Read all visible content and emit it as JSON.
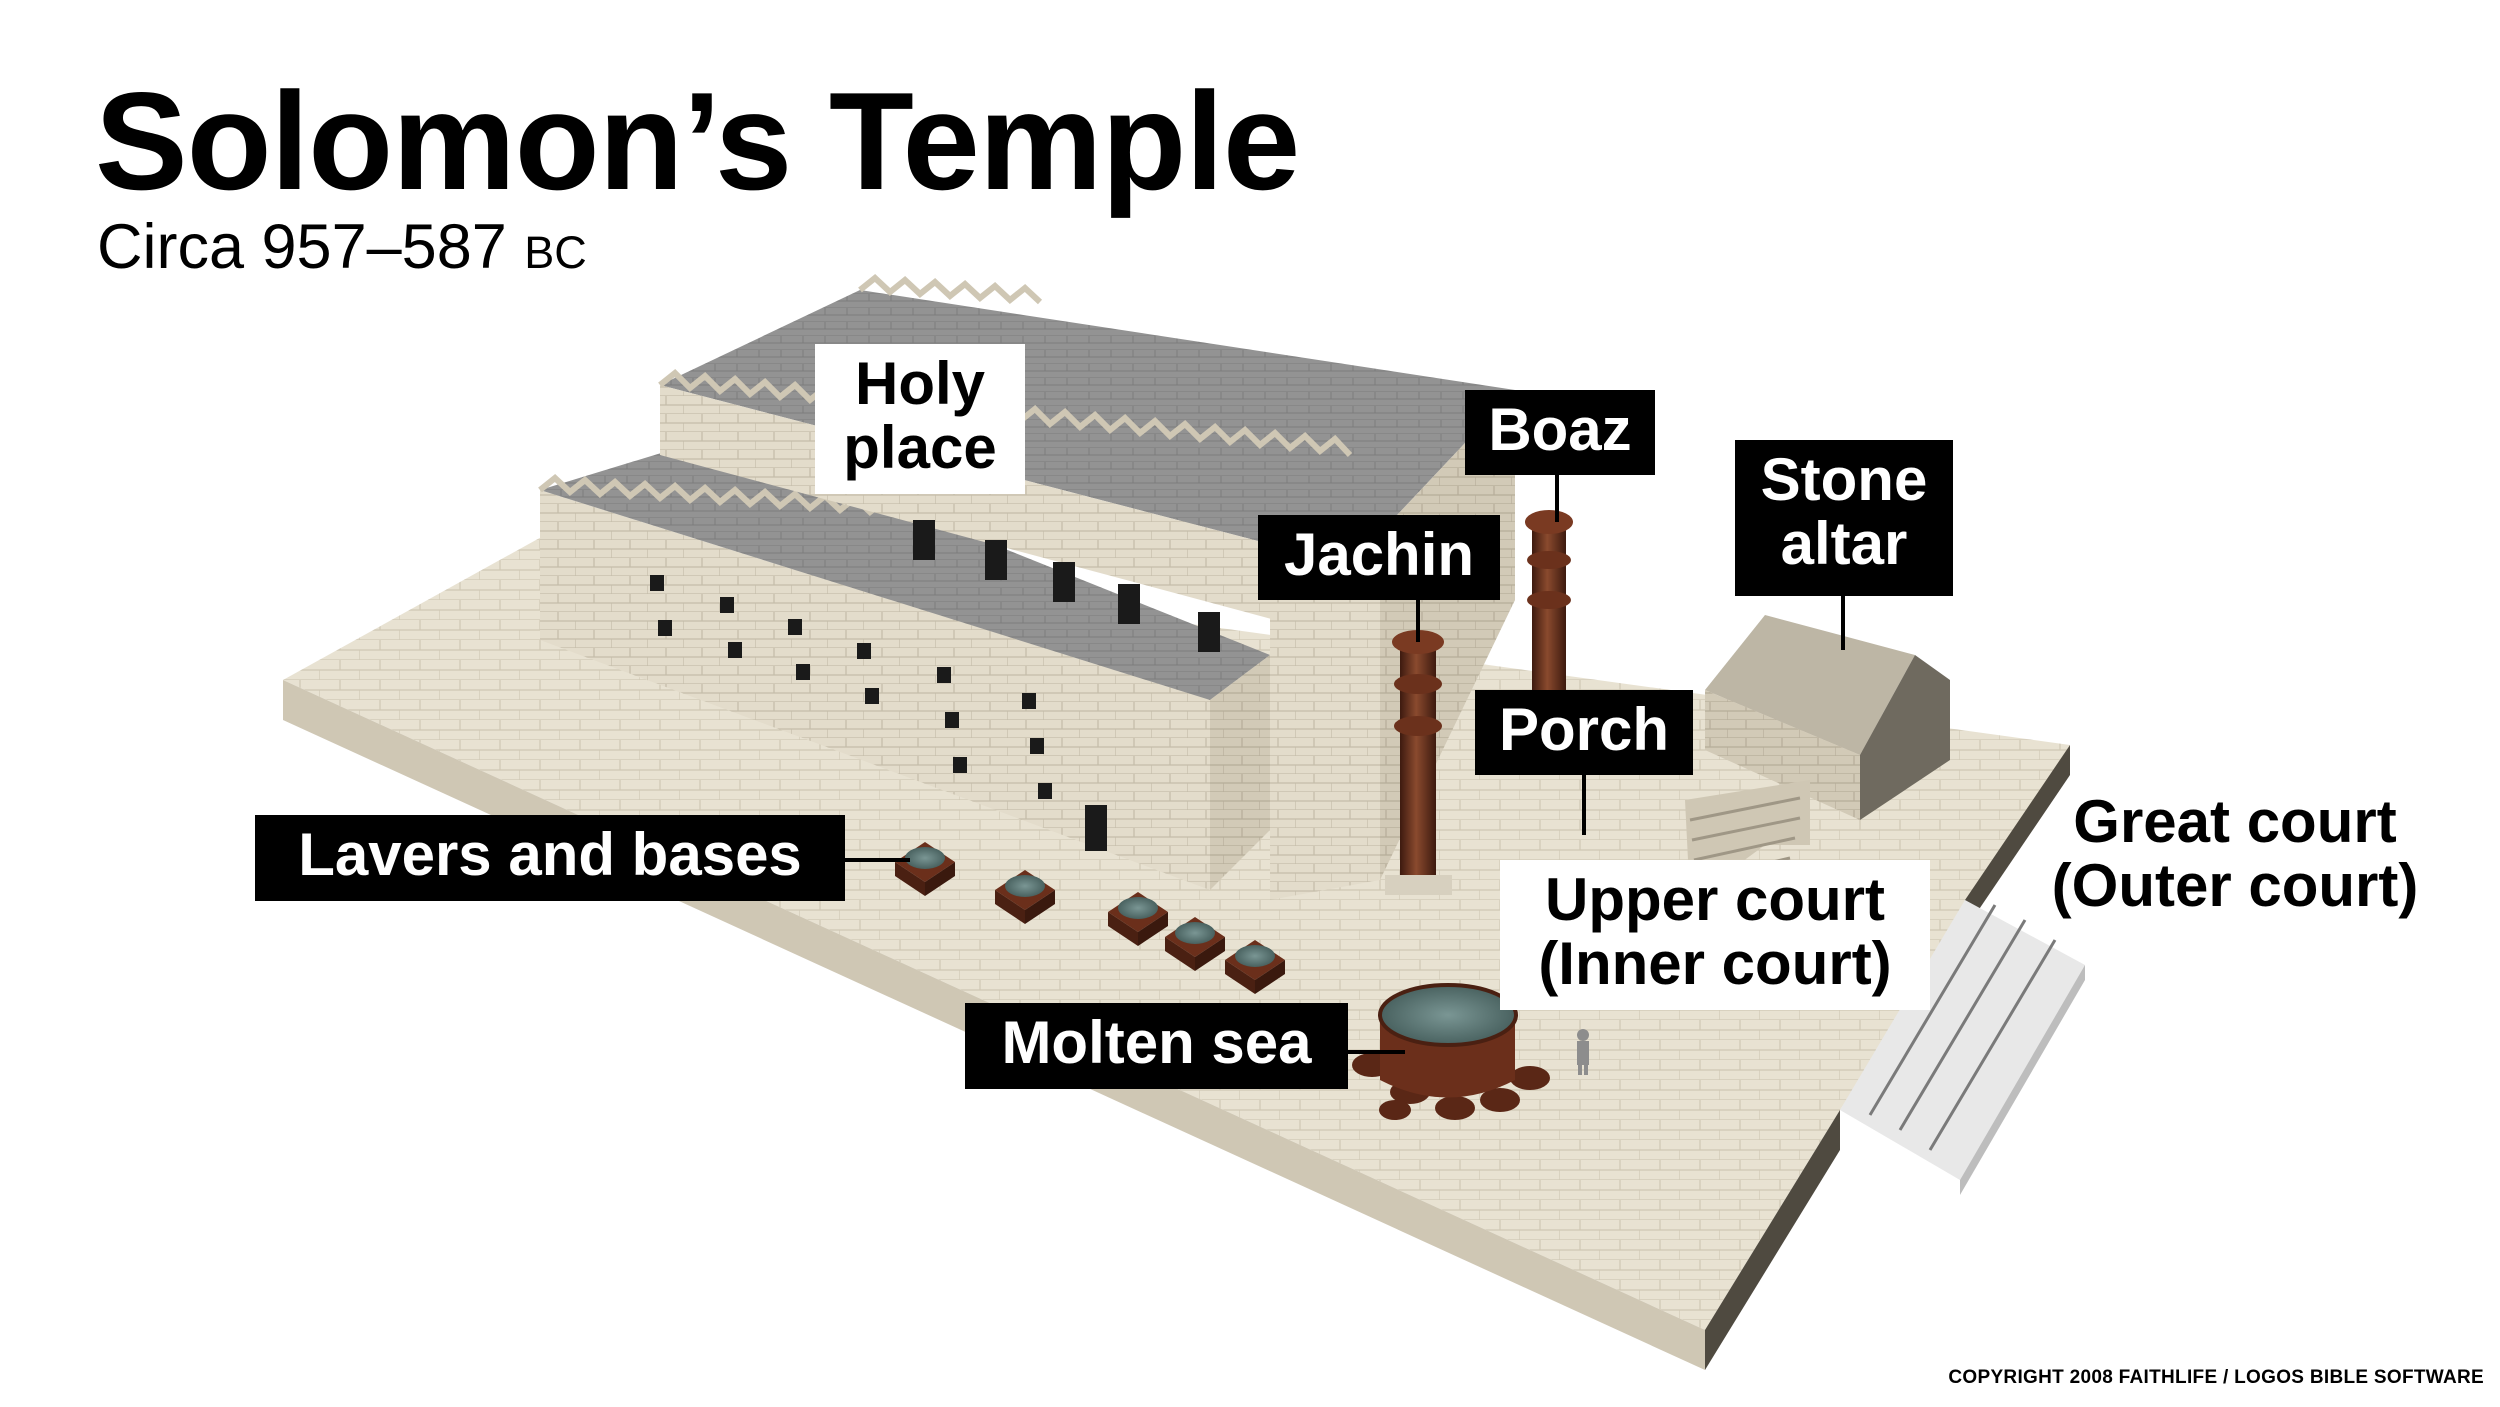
{
  "title": "Solomon’s Temple",
  "subtitle": {
    "main": "Circa 957–587 ",
    "era": "BC"
  },
  "labels": {
    "holy_place": "Holy\nplace",
    "boaz": "Boaz",
    "jachin": "Jachin",
    "stone_altar": "Stone\naltar",
    "porch": "Porch",
    "lavers": "Lavers and bases",
    "upper_court": "Upper court\n(Inner court)",
    "great_court": "Great court\n(Outer court)",
    "molten_sea": "Molten sea"
  },
  "copyright": "COPYRIGHT 2008 FAITHLIFE / LOGOS BIBLE SOFTWARE",
  "colors": {
    "stone_light": "#e9e3d3",
    "stone_mid": "#d4ccb9",
    "stone_dark": "#a8a190",
    "roof": "#8f8f8f",
    "bronze": "#5e2a18",
    "water": "#4e6e6c",
    "label_bg": "#000000",
    "label_text": "#ffffff"
  }
}
